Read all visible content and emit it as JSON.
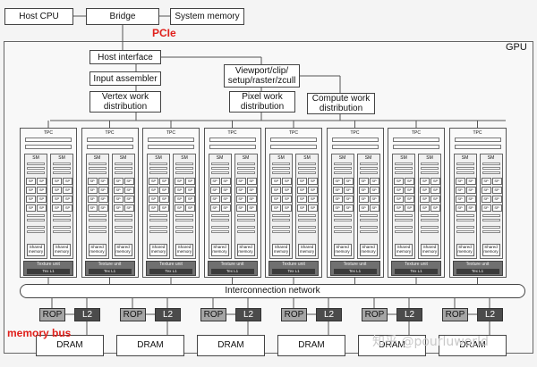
{
  "top": {
    "host_cpu": "Host CPU",
    "bridge": "Bridge",
    "system_memory": "System memory",
    "pcie": "PCIe"
  },
  "gpu": {
    "label": "GPU",
    "host_interface": "Host interface",
    "input_assembler": "Input assembler",
    "viewport": "Viewport/clip/ setup/raster/zcull",
    "vertex_work": "Vertex work distribution",
    "pixel_work": "Pixel work distribution",
    "compute_work": "Compute work distribution"
  },
  "tpc": {
    "count": 8,
    "title": "TPC",
    "sm_title": "SM",
    "sp_label": "SP",
    "shared_memory": "Shared memory",
    "texture_unit": "Texture unit",
    "tex_l1": "Tex L1"
  },
  "interconnect": "Interconnection network",
  "memory": {
    "rop": "ROP",
    "l2": "L2",
    "dram": "DRAM",
    "partitions": 6,
    "memory_bus": "memory bus"
  },
  "watermark": "知乎 @pourluworld",
  "colors": {
    "accent_red": "#e0201b",
    "rop_gray": "#a5a5a5",
    "l2_dark": "#4b4b4b"
  }
}
